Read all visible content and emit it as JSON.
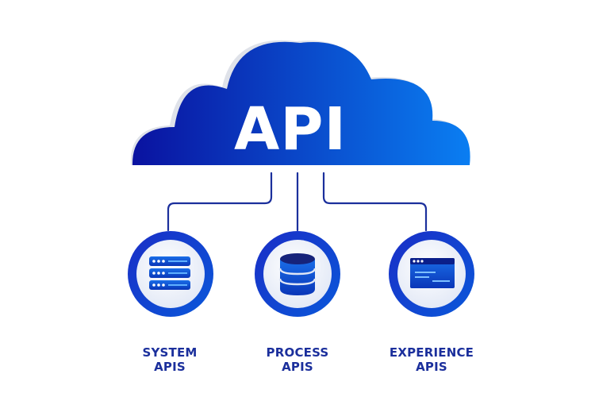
{
  "cloud": {
    "label": "API"
  },
  "nodes": [
    {
      "line1": "SYSTEM",
      "line2": "APIS",
      "icon": "server-rack-icon"
    },
    {
      "line1": "PROCESS",
      "line2": "APIS",
      "icon": "database-icon"
    },
    {
      "line1": "EXPERIENCE",
      "line2": "APIS",
      "icon": "browser-window-icon"
    }
  ],
  "colors": {
    "cloud_dark": "#0a1aa6",
    "cloud_light": "#0a7af0",
    "connector": "#1b2f9c",
    "ring_outer": "#1030b8",
    "ring_inner_bg": "#e9eef8",
    "caption": "#1b2f9c"
  }
}
